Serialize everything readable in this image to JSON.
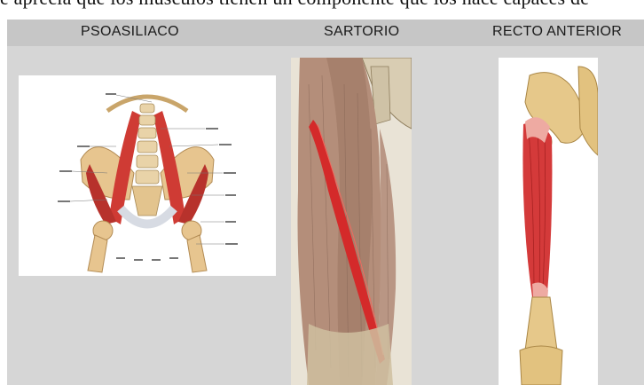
{
  "top_strip": {
    "partial_text": "e aprecia que los músculos tienen un componente que los hace capaces de"
  },
  "panel": {
    "headings": [
      {
        "label": "PSOASILIACO"
      },
      {
        "label": "SARTORIO"
      },
      {
        "label": "RECTO ANTERIOR"
      }
    ]
  },
  "colors": {
    "panel_bg": "#d6d6d6",
    "header_band": "#c6c6c6",
    "muscle_red": "#cf2b2b",
    "bone": "#e8d3a3"
  },
  "illustrations": [
    {
      "name": "psoas-iliacus-illustration"
    },
    {
      "name": "sartorius-illustration"
    },
    {
      "name": "rectus-femoris-illustration"
    }
  ]
}
